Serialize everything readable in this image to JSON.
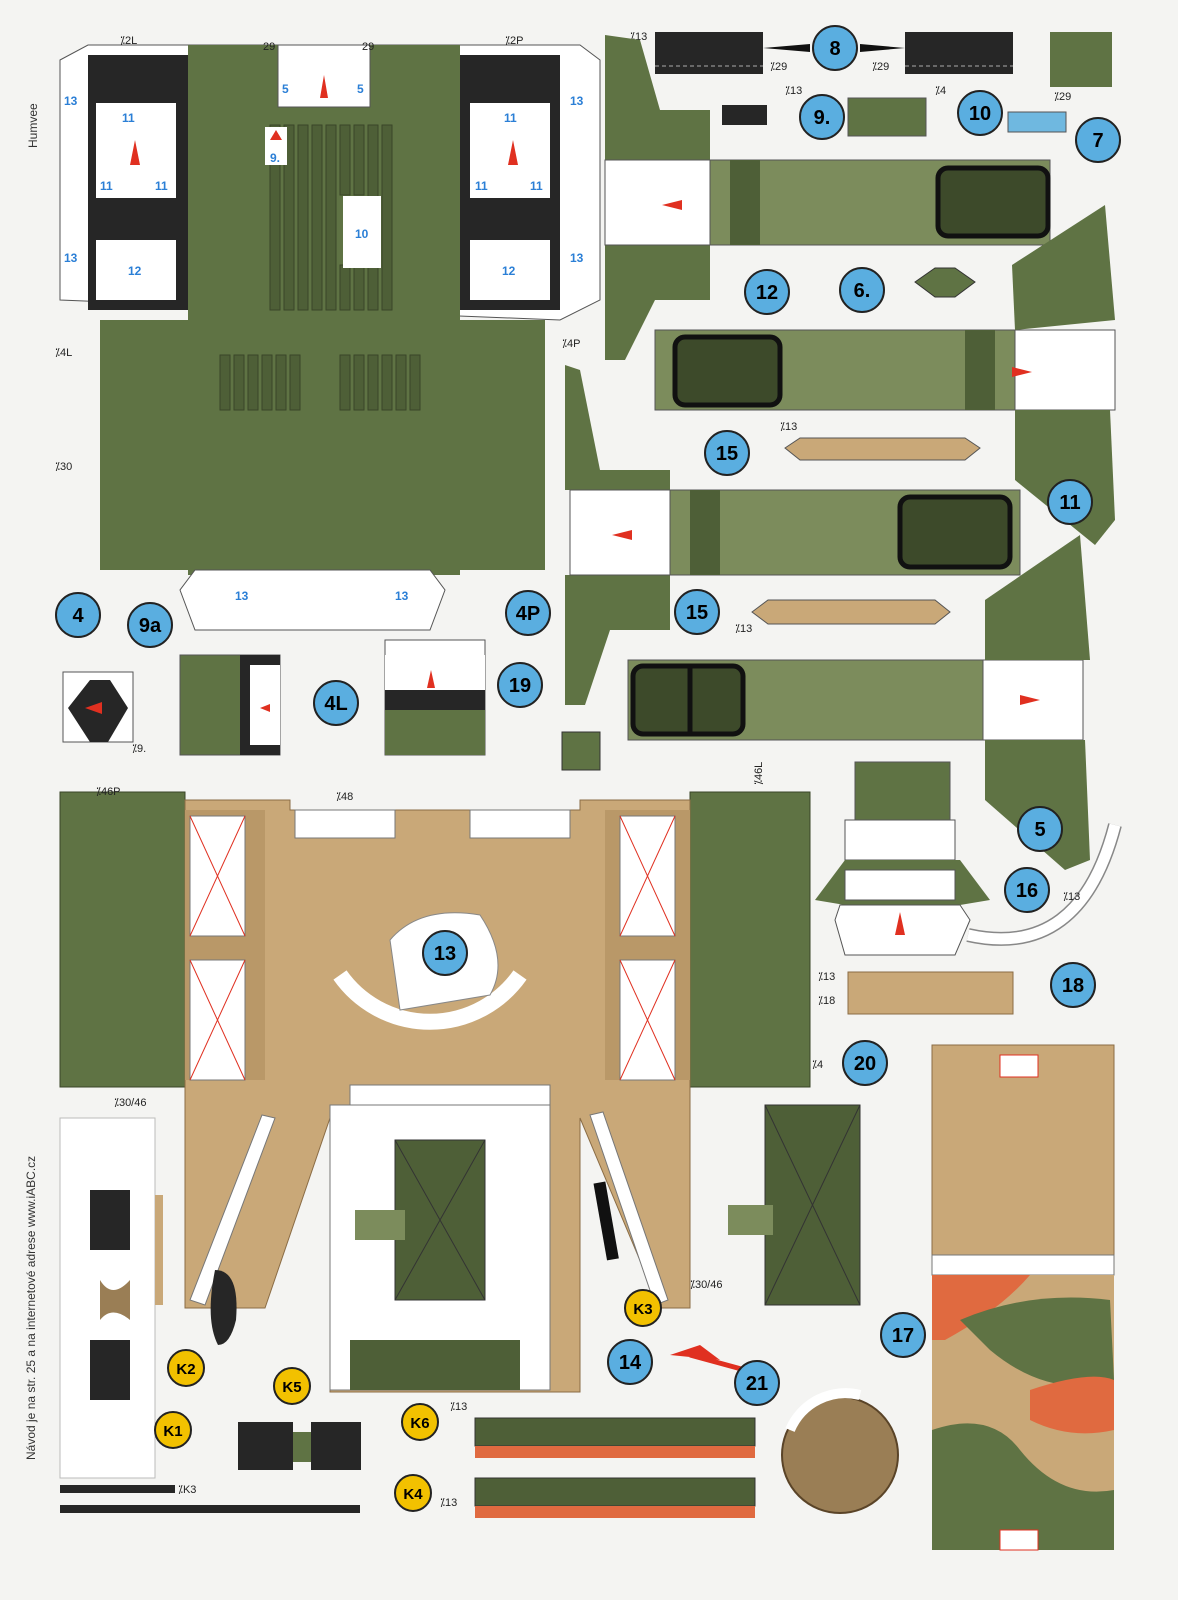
{
  "labels": {
    "title": "Humvee",
    "instructions": "Návod je na str. 25 a na internetové adrese www.iABC.cz"
  },
  "part_numbers": [
    "4",
    "4P",
    "4L",
    "5",
    "6.",
    "7",
    "8",
    "9.",
    "9a",
    "10",
    "11",
    "12",
    "13",
    "14",
    "15",
    "16",
    "17",
    "18",
    "19",
    "20",
    "21"
  ],
  "k_parts": [
    "K1",
    "K2",
    "K3",
    "K4",
    "K5",
    "K6"
  ],
  "glue_marks": {
    "m2L": "⁒2L",
    "m2P": "⁒2P",
    "m4L": "⁒4L",
    "m4P": "⁒4P",
    "m30": "⁒30",
    "m13": "⁒13",
    "m29": "⁒29",
    "m4": "⁒4",
    "m46P": "⁒46P",
    "m46L": "⁒46L",
    "m48": "⁒48",
    "m18": "⁒18",
    "m3046": "⁒30/46",
    "mK3": "⁒K3",
    "m9": "⁒9."
  },
  "colors": {
    "olive": "#5f7344",
    "olive_dark": "#4e5f37",
    "olive_light": "#7c8c5c",
    "tan": "#c9a878",
    "black": "#1e1e1e",
    "callout_blue": "#5aaee0",
    "callout_yellow": "#f2c100",
    "arrow_red": "#e03020"
  }
}
